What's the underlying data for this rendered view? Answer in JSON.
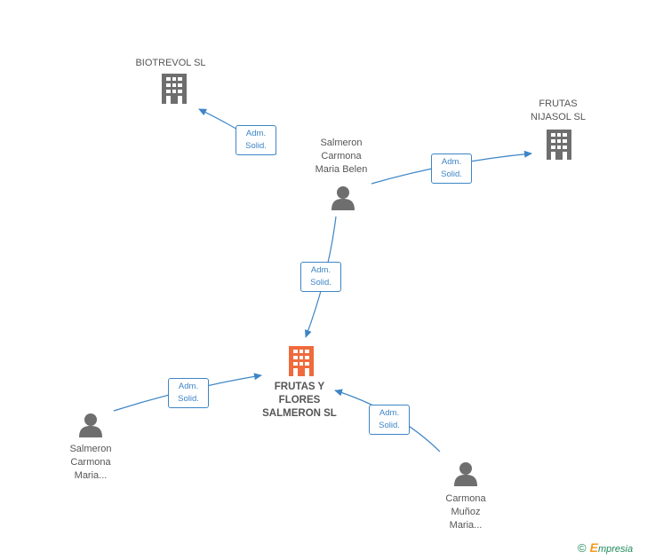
{
  "colors": {
    "edge": "#3d85c6",
    "company": "#6e6e6e",
    "main_company": "#ef6a3c",
    "person": "#6e6e6e"
  },
  "nodes": {
    "biotrevol": {
      "label": "BIOTREVOL SL",
      "icon": "building-icon"
    },
    "frutas_nijasol": {
      "label": "FRUTAS\nNIJASOL SL",
      "icon": "building-icon"
    },
    "salmeron_belen": {
      "label": "Salmeron\nCarmona\nMaria Belen",
      "icon": "person-icon"
    },
    "frutas_flores": {
      "label": "FRUTAS Y\nFLORES\nSALMERON SL",
      "icon": "building-icon"
    },
    "salmeron_maria": {
      "label": "Salmeron\nCarmona\nMaria...",
      "icon": "person-icon"
    },
    "carmona_munoz": {
      "label": "Carmona\nMuñoz\nMaria...",
      "icon": "person-icon"
    }
  },
  "edges": [
    {
      "from": "salmeron_belen",
      "to": "biotrevol",
      "label": "Adm.\nSolid."
    },
    {
      "from": "salmeron_belen",
      "to": "frutas_nijasol",
      "label": "Adm.\nSolid."
    },
    {
      "from": "salmeron_belen",
      "to": "frutas_flores",
      "label": "Adm.\nSolid."
    },
    {
      "from": "salmeron_maria",
      "to": "frutas_flores",
      "label": "Adm.\nSolid."
    },
    {
      "from": "carmona_munoz",
      "to": "frutas_flores",
      "label": "Adm.\nSolid."
    }
  ],
  "credit": {
    "copyright": "©",
    "initial": "E",
    "brand": "mpresia"
  }
}
